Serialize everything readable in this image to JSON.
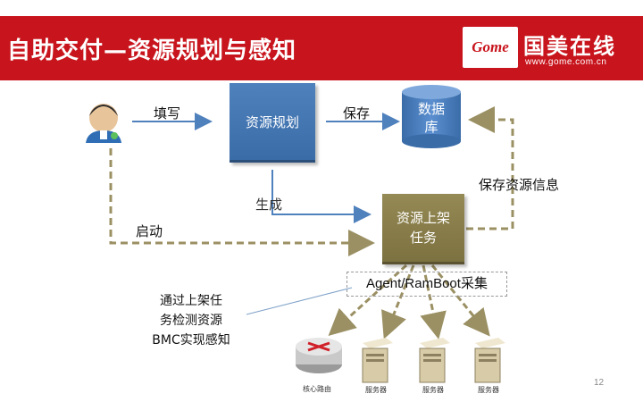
{
  "header": {
    "title": "自助交付—资源规划与感知",
    "logo_mark": "Gome",
    "logo_cn": "国美在线",
    "logo_url": "www.gome.com.cn"
  },
  "nodes": {
    "plan": "资源规划",
    "db": "数据\n库",
    "task": "资源上架\n任务"
  },
  "edges": {
    "fill": "填写",
    "save": "保存",
    "generate": "生成",
    "start": "启动",
    "save_info": "保存资源信息"
  },
  "agent_label": "Agent/RamBoot采集",
  "note": "通过上架任\n务检测资源\nBMC实现感知",
  "devices": [
    "核心路由",
    "服务器",
    "服务器",
    "服务器"
  ],
  "page_number": "12",
  "colors": {
    "banner": "#c8141c",
    "plan": "#4f81bd",
    "task": "#8b7f4a",
    "db": "#4f81bd",
    "arrow_solid": "#4f81bd",
    "arrow_dashed": "#9b9063"
  }
}
